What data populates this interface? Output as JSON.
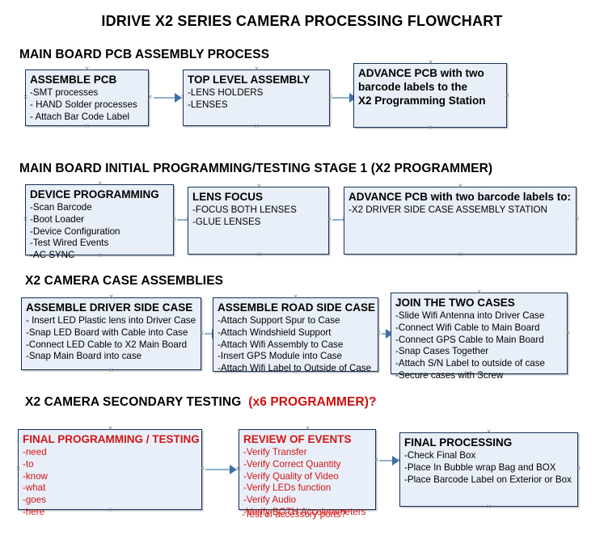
{
  "document": {
    "title": "IDRIVE X2  SERIES CAMERA PROCESSING FLOWCHART",
    "accent_black": "#000000",
    "accent_red": "#d31515",
    "node_fill": "#e9eff8",
    "node_border": "#16315c",
    "connector_color": "#8fb0cd",
    "arrowhead_color": "#3f6fa8"
  },
  "sections": [
    {
      "id": "main-board-pcb-assembly-process",
      "heading": "MAIN BOARD PCB ASSEMBLY PROCESS"
    },
    {
      "id": "main-board-initial-programming",
      "heading": "MAIN BOARD INITIAL PROGRAMMING/TESTING STAGE 1 (X2 PROGRAMMER)"
    },
    {
      "id": "x2-camera-case-assemblies",
      "heading": "X2 CAMERA CASE ASSEMBLIES"
    },
    {
      "id": "x2-camera-secondary-testing",
      "heading_black": "X2 CAMERA SECONDARY TESTING",
      "heading_red": "(x6 PROGRAMMER)?"
    }
  ],
  "nodes": {
    "assemble_pcb": {
      "title": "ASSEMBLE PCB",
      "lines": [
        "-SMT processes",
        "- HAND Solder processes",
        "- Attach Bar Code Label"
      ]
    },
    "top_level_assembly": {
      "title": "TOP LEVEL ASSEMBLY",
      "lines": [
        "-LENS HOLDERS",
        "-LENSES"
      ]
    },
    "advance_pcb_station": {
      "title": "ADVANCE PCB with two",
      "title_line2": "barcode labels to the",
      "title_line3": " X2 Programming Station"
    },
    "device_programming": {
      "title": "DEVICE PROGRAMMING",
      "lines": [
        "-Scan Barcode",
        "-Boot Loader",
        "-Device Configuration",
        "-Test Wired Events",
        "-AC SYNC"
      ]
    },
    "lens_focus": {
      "title": "LENS FOCUS",
      "lines": [
        "-FOCUS BOTH LENSES",
        "-GLUE LENSES"
      ]
    },
    "advance_pcb_driver_side": {
      "title": "ADVANCE PCB with two barcode labels to:",
      "lines": [
        "-X2 DRIVER  SIDE  CASE  ASSEMBLY STATION"
      ]
    },
    "assemble_driver_side_case": {
      "title": "ASSEMBLE DRIVER SIDE CASE",
      "lines": [
        "- Insert LED Plastic lens into Driver Case",
        "-Snap LED Board with Cable into Case",
        "-Connect LED Cable to X2 Main Board",
        "-Snap Main Board into case"
      ]
    },
    "assemble_road_side_case": {
      "title": "ASSEMBLE ROAD SIDE CASE",
      "lines": [
        "-Attach Support Spur to Case",
        "-Attach Windshield Support",
        "-Attach Wifi Assembly to Case",
        "-Insert GPS Module into Case",
        "-Attach Wifi Label to Outside of Case"
      ]
    },
    "join_the_two_cases": {
      "title": "JOIN THE TWO CASES",
      "lines": [
        "-Slide Wifi Antenna into Driver Case",
        "-Connect Wifi Cable to Main Board",
        "-Connect GPS Cable to Main Board",
        "-Snap Cases Together",
        "-Attach S/N Label to outside of case",
        "-Secure cases with Screw"
      ]
    },
    "final_programming_testing": {
      "title": "FINAL PROGRAMMING / TESTING",
      "lines": [
        "-need",
        "-to",
        "-know",
        "-what",
        "-goes",
        "-here"
      ]
    },
    "review_of_events": {
      "title": "REVIEW OF EVENTS",
      "lines": [
        "-Verify Transfer",
        "-Verify Correct Quantity",
        "-Verify Quality of Video",
        "-Verify LEDs function",
        "-Verify Audio",
        "-Verify BOTH Accelerometers"
      ],
      "overflow_line": "-Test of accessory ports?"
    },
    "final_processing": {
      "title": "FINAL PROCESSING",
      "lines": [
        " -Check Final Box",
        "-Place In Bubble wrap Bag and BOX",
        "-Place Barcode Label on Exterior or Box"
      ]
    }
  }
}
